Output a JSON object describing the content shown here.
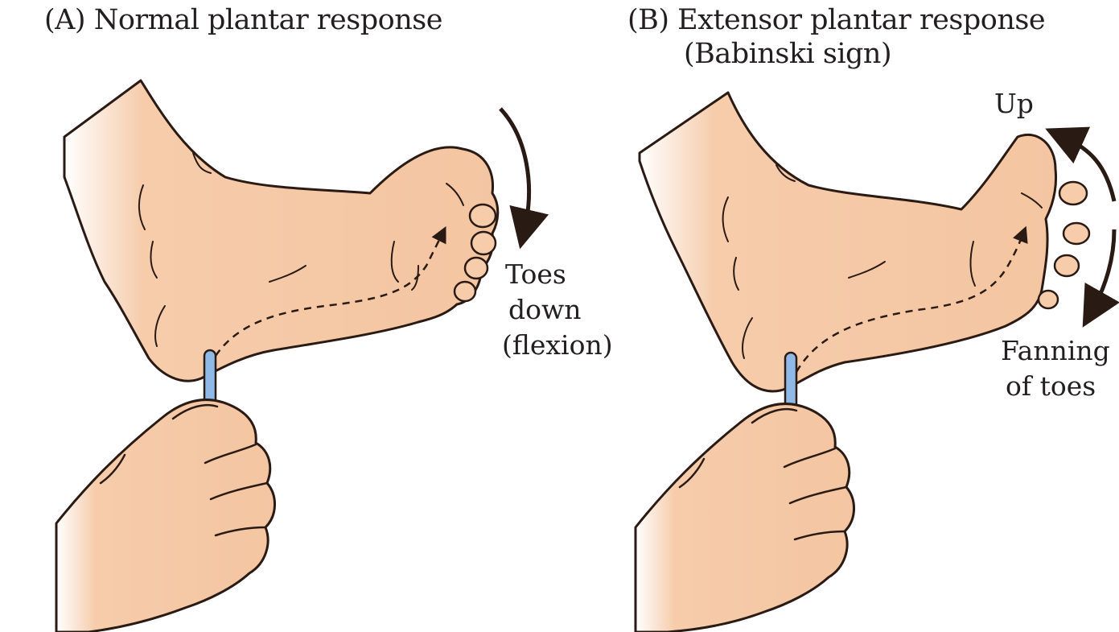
{
  "panel_a": {
    "title": "(A)  Normal plantar response",
    "annotation_lines": [
      "Toes",
      "down",
      "(flexion)"
    ]
  },
  "panel_b": {
    "title_line1": "(B)  Extensor plantar response",
    "title_line2": "(Babinski sign)",
    "annotation_up": "Up",
    "annotation_fan_lines": [
      "Fanning",
      "of toes"
    ]
  },
  "colors": {
    "skin": "#f6ccab",
    "skin_shadow": "#e8b08a",
    "outline": "#2a1a14",
    "instrument": "#8fb9e6",
    "text": "#231f20"
  },
  "icons": [
    "foot-illustration",
    "hand-illustration",
    "reflex-hammer-icon",
    "curved-arrow-icon",
    "double-curved-arrow-icon"
  ]
}
